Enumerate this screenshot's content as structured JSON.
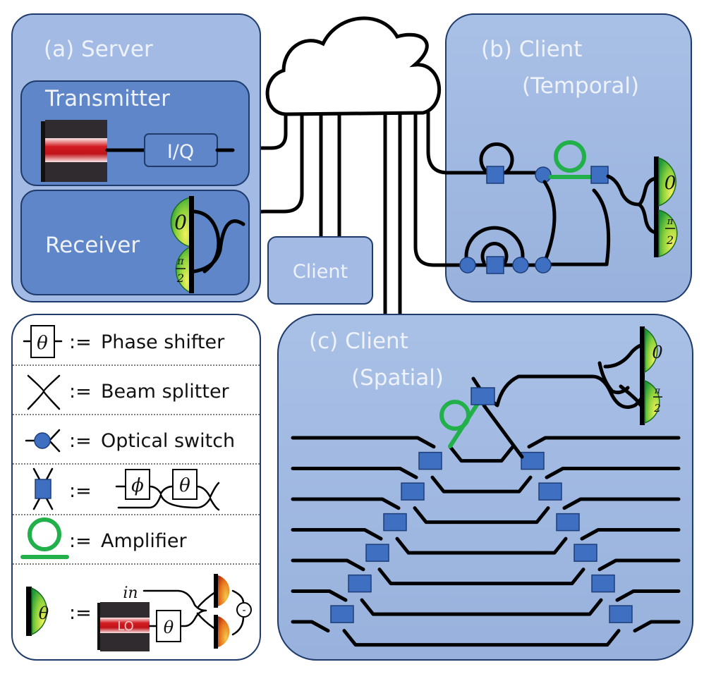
{
  "server": {
    "title": "(a) Server",
    "transmitter_label": "Transmitter",
    "iq_label": "I/Q",
    "receiver_label": "Receiver",
    "detector_phases": [
      "0",
      "π/2"
    ]
  },
  "cloud_client": {
    "label": "Client"
  },
  "temporal_client": {
    "title_line1": "(b) Client",
    "title_line2": "(Temporal)",
    "detector_phases": [
      "0",
      "π/2"
    ]
  },
  "spatial_client": {
    "title_line1": "(c) Client",
    "title_line2": "(Spatial)",
    "detector_phases": [
      "0",
      "π/2"
    ],
    "waveguide_count": 7
  },
  "legend": {
    "items": [
      {
        "symbol": "θ",
        "label": "Phase shifter"
      },
      {
        "label": "Beam splitter"
      },
      {
        "label": "Optical switch"
      },
      {
        "label": "",
        "phi": "ϕ",
        "theta": "θ"
      },
      {
        "label": "Amplifier"
      },
      {
        "symbol": "θ",
        "in_label": "in",
        "lo_label": "LO",
        "theta": "θ",
        "minus": "-"
      }
    ],
    "defines": ":="
  },
  "colors": {
    "panel_fill": "#a6bde3",
    "panel_dark": "#5f86c9",
    "panel_border": "#1f3b6b",
    "component_blue": "#3f6fc0",
    "amplifier_green": "#22b04b",
    "detector_green": "#3db83a",
    "laser_red": "#c8161d"
  }
}
